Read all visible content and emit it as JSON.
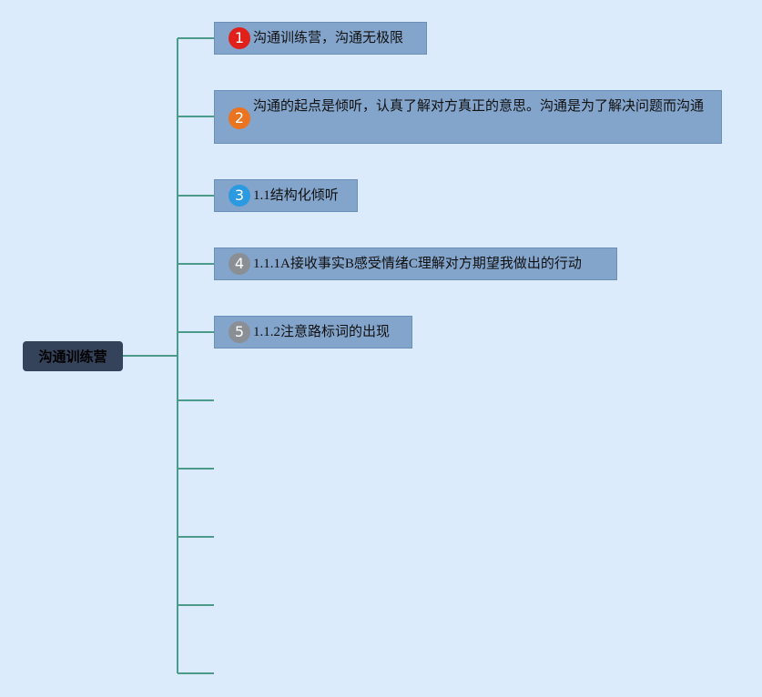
{
  "root": {
    "label": "沟通训练营"
  },
  "topics": [
    {
      "badge": "1",
      "label": "沟通训练营，沟通无极限",
      "badge_color": "#e0201b"
    },
    {
      "badge": "2",
      "label": "沟通的起点是倾听，认真了解对方真正的意思。沟通是为了解决问题而沟通",
      "badge_color": "#ea7420"
    },
    {
      "badge": "3",
      "label": "1.1结构化倾听",
      "badge_color": "#2b9ae0"
    },
    {
      "badge": "4",
      "label": "1.1.1A接收事实B感受情绪C理解对方期望我做出的行动",
      "badge_color": "#8a8f96"
    },
    {
      "badge": "5",
      "label": "1.1.2注意路标词的出现",
      "badge_color": "#8a8f96"
    }
  ],
  "colors": {
    "background": "#dcebfc",
    "connector": "#4b9a8a",
    "topic_fill": "#83a4cb",
    "root_fill": "#34425a"
  }
}
